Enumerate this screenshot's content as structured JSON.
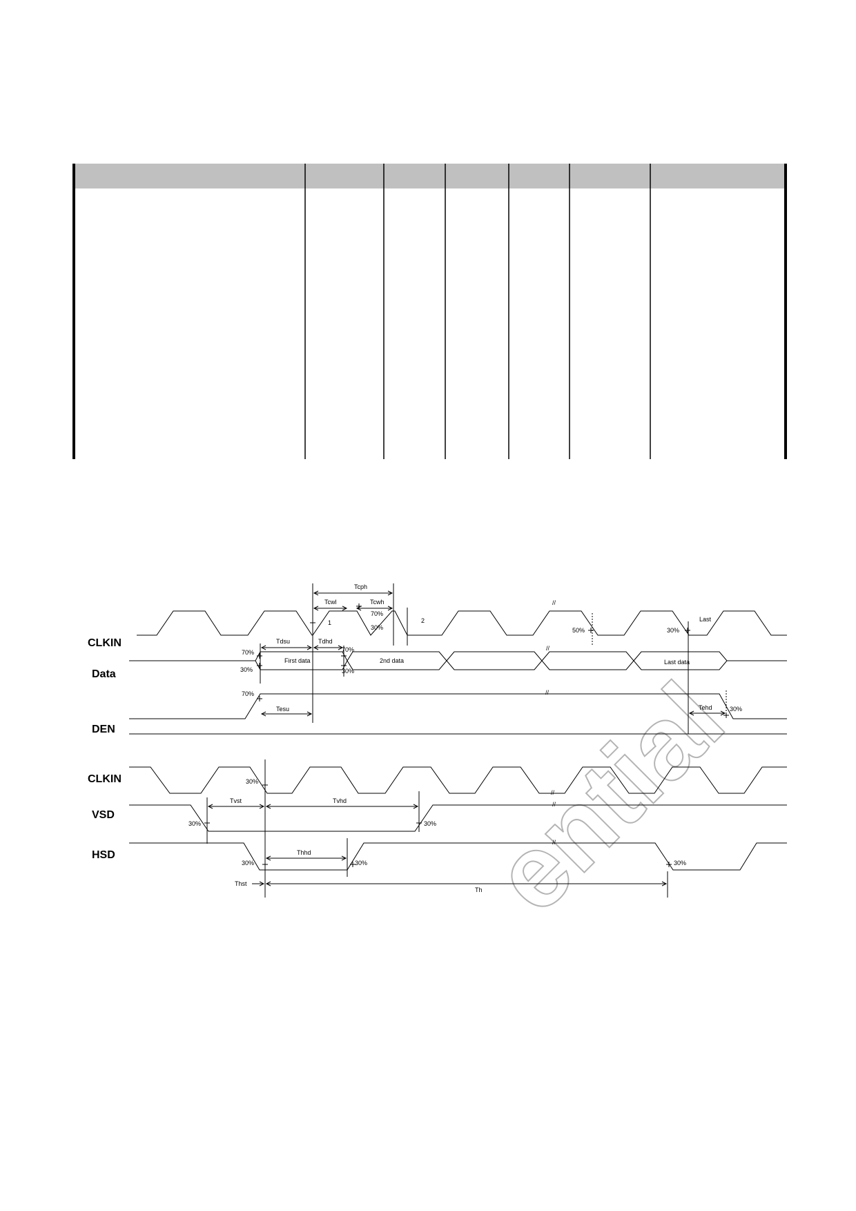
{
  "signals_top": [
    "CLKIN",
    "Data",
    "DEN"
  ],
  "signals_bottom": [
    "CLKIN",
    "VSD",
    "HSD"
  ],
  "timing": {
    "tcph": "Tcph",
    "tcwl": "Tcwl",
    "tcwh": "Tcwh",
    "tdsu": "Tdsu",
    "tdhd": "Tdhd",
    "tesu": "Tesu",
    "tehd": "Tehd",
    "tvst": "Tvst",
    "tvhd": "Tvhd",
    "thhd": "Thhd",
    "thst": "Thst",
    "th": "Th"
  },
  "clock_labels": {
    "n1": "1",
    "n2": "2",
    "last": "Last"
  },
  "data_labels": {
    "first": "First data",
    "second": "2nd data",
    "last": "Last data"
  },
  "levels": {
    "p70": "70%",
    "p30": "30%",
    "p50": "50%"
  },
  "break_mark": "//",
  "watermark": "ential"
}
